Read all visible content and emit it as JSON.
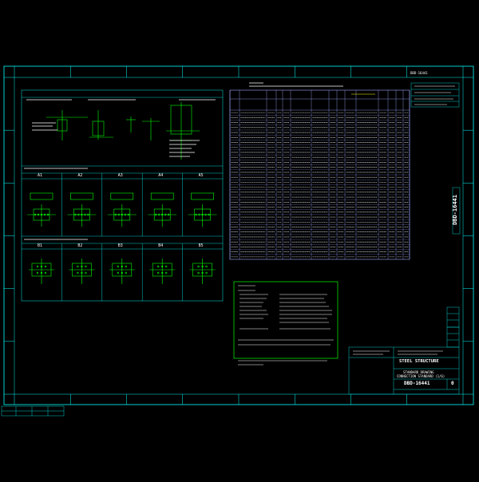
{
  "colors": {
    "background": "#000000",
    "frame": "#00ffff",
    "border": "#00c8c8",
    "table_lines": "#9fa8ff",
    "details": "#00ff00",
    "text": "#ffffff",
    "accent_yellow": "#ffff00",
    "accent_red": "#ff3030"
  },
  "sheet": {
    "vertical_drawing_number": "DBD-16441",
    "title_block": {
      "company": "STEEL STRUCTURE",
      "line1": "STANDARD DRAWING",
      "line2": "CONNECTION STANDARD (1/6)",
      "drawing_number": "DBD-16441",
      "revision": "0"
    },
    "top_tag": "DBD-16441"
  },
  "sections": {
    "row_a_labels": [
      "A1",
      "A2",
      "A3",
      "A4",
      "A5"
    ],
    "row_b_labels": [
      "B1",
      "B2",
      "B3",
      "B4",
      "B5"
    ]
  },
  "icons": [
    "section-detail-icon",
    "bolt-pattern-icon",
    "weld-symbol-icon"
  ]
}
